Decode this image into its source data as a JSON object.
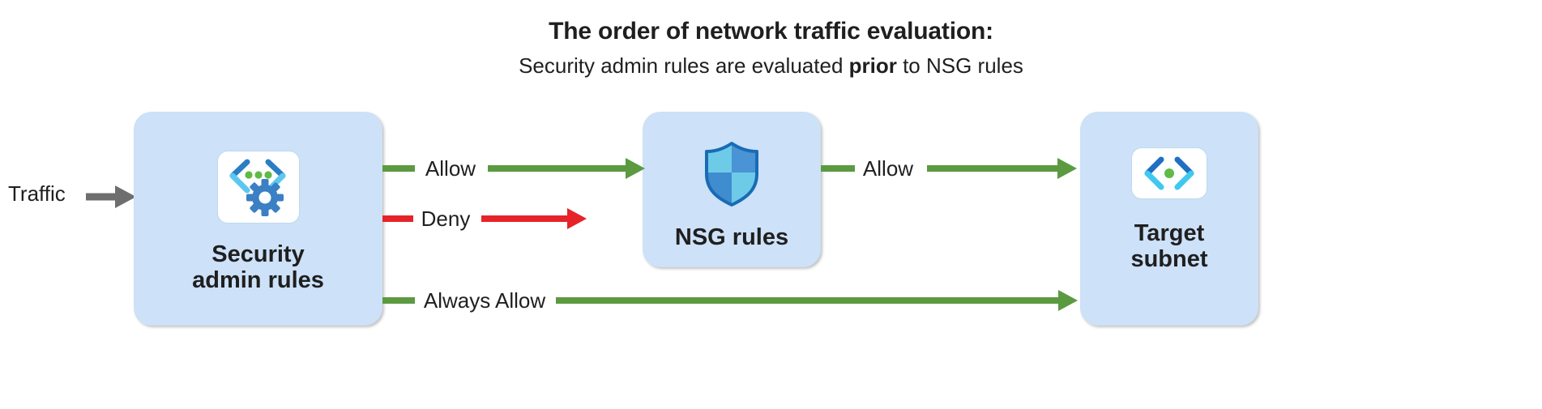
{
  "heading": {
    "title": "The order of network traffic evaluation:",
    "subtitle_pre": "Security admin rules are evaluated ",
    "subtitle_strong": "prior",
    "subtitle_post": " to NSG rules"
  },
  "colors": {
    "box_fill": "#cde1f8",
    "allow_green": "#5b9a41",
    "deny_red": "#e62329",
    "traffic_gray": "#6e6e6e",
    "icon_blue_dark": "#1f6fc4",
    "icon_blue": "#3f8fd8",
    "icon_cyan": "#41c8f0",
    "icon_green": "#5fbb46",
    "shield_light": "#6ecbe8",
    "shield_mid": "#4a93d4",
    "shield_outline": "#1a6bb5",
    "gear_blue": "#3b7fc4"
  },
  "entry": {
    "label": "Traffic",
    "arrow_icon": "arrow-right-icon"
  },
  "nodes": [
    {
      "id": "security-admin-rules",
      "label": "Security\nadmin rules",
      "icon": "code-brackets-gear-icon"
    },
    {
      "id": "nsg-rules",
      "label": "NSG rules",
      "icon": "shield-icon"
    },
    {
      "id": "target-subnet",
      "label": "Target\nsubnet",
      "icon": "code-brackets-dot-icon"
    }
  ],
  "connectors": [
    {
      "id": "sec-to-nsg-allow",
      "label": "Allow",
      "color": "#5b9a41",
      "terminates": "nsg-rules"
    },
    {
      "id": "sec-deny",
      "label": "Deny",
      "color": "#e62329",
      "terminates": "none"
    },
    {
      "id": "nsg-to-target-allow",
      "label": "Allow",
      "color": "#5b9a41",
      "terminates": "target-subnet"
    },
    {
      "id": "sec-always-allow",
      "label": "Always Allow",
      "color": "#5b9a41",
      "terminates": "target-subnet"
    }
  ]
}
